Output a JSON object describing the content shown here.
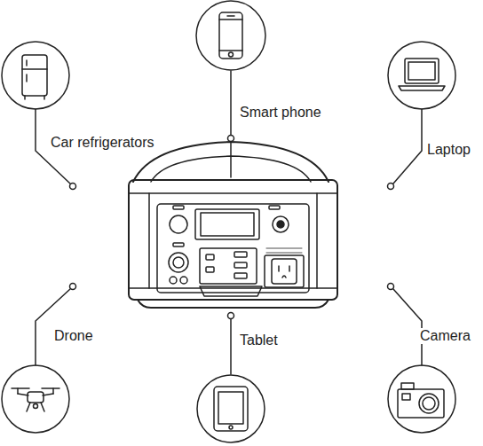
{
  "diagram": {
    "labels": [
      "Smart phone",
      "Car refrigerators",
      "Laptop",
      "Drone",
      "Tablet",
      "Camera"
    ]
  }
}
